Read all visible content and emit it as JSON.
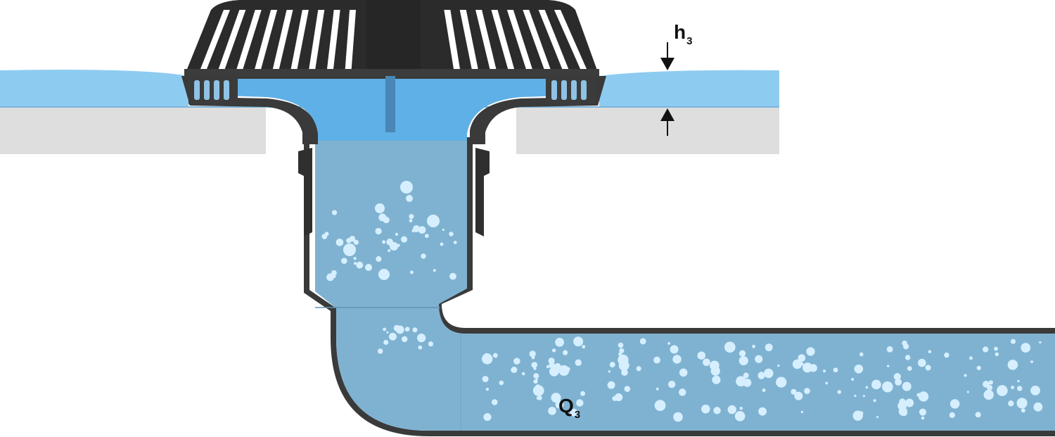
{
  "labels": {
    "water_height": {
      "main": "h",
      "sub": "3"
    },
    "flow_rate": {
      "main": "Q",
      "sub": "3"
    }
  },
  "colors": {
    "water_surface": "#8ecbf1",
    "water_in_pipe": "#7fb2d1",
    "roof_slab": "#dedede",
    "drain_body": "#3a3a3a",
    "bubble": "#d6efff"
  },
  "icons": [
    "arrow-down-icon",
    "arrow-up-icon",
    "bubble-icon"
  ]
}
